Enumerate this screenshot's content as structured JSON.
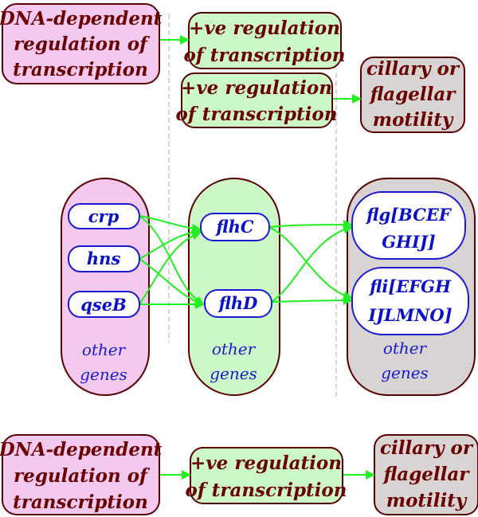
{
  "top_row": {
    "box1": [
      "DNA-dependent",
      "regulation of",
      "transcription"
    ],
    "box2": [
      "+ve regulation",
      "of transcription"
    ],
    "box3": [
      "+ve regulation",
      "of transcription"
    ],
    "box4": [
      "cillary or",
      "flagellar",
      "motility"
    ]
  },
  "columns": {
    "left": {
      "genes": [
        "crp",
        "hns",
        "qseB"
      ],
      "other": [
        "other",
        "genes"
      ]
    },
    "middle": {
      "genes": [
        "flhC",
        "flhD"
      ],
      "other": [
        "other",
        "genes"
      ]
    },
    "right": {
      "genes": [
        [
          "flg[BCEF",
          "GHIJ]"
        ],
        [
          "fli[EFGH",
          "IJLMNO]"
        ]
      ],
      "other": [
        "other",
        "genes"
      ]
    }
  },
  "bottom_row": {
    "box1": [
      "DNA-dependent",
      "regulation of",
      "transcription"
    ],
    "box2": [
      "+ve regulation",
      "of transcription"
    ],
    "box3": [
      "cillary or",
      "flagellar",
      "motility"
    ]
  },
  "colors": {
    "pink_fill": "#f3c9f0",
    "green_fill": "#ccf8c8",
    "gray_fill": "#d8d4d4",
    "border": "#5a0000",
    "arrow": "#22ee22",
    "gene_text": "#0a10c8",
    "label_text": "#6b0000"
  }
}
